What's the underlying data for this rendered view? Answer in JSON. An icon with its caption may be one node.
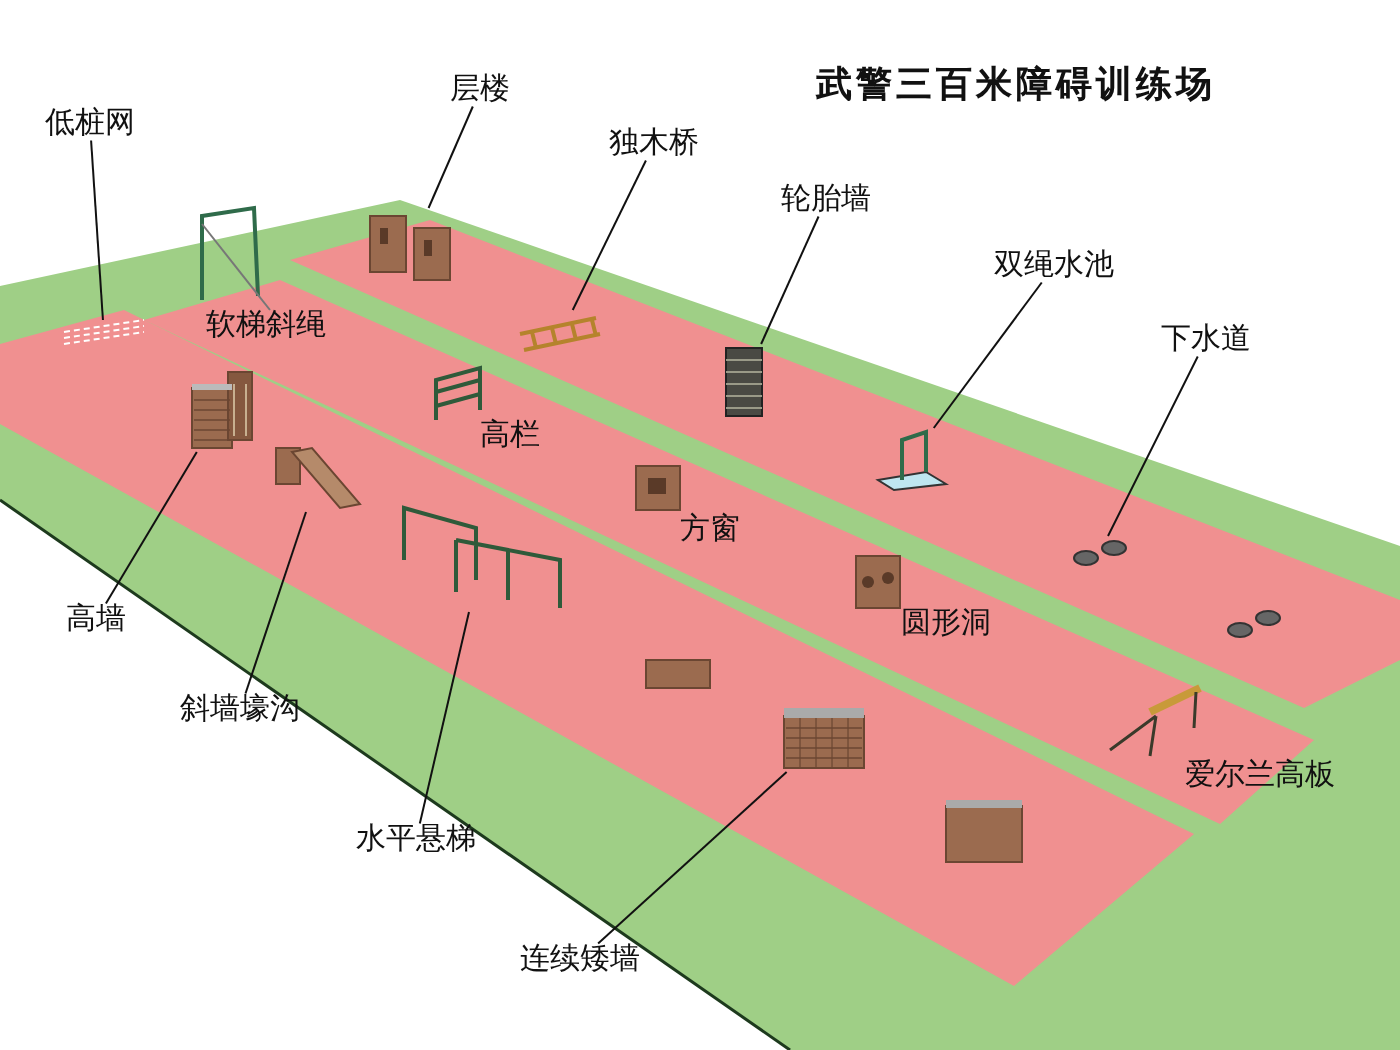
{
  "diagram": {
    "title": "武警三百米障碍训练场",
    "nodes": [
      {
        "text": [
          "低桩网"
        ]
      },
      {
        "text": [
          "层楼"
        ]
      },
      {
        "text": [
          "独木桥"
        ]
      },
      {
        "text": [
          "轮胎墙"
        ]
      },
      {
        "text": [
          "双绳水池"
        ]
      },
      {
        "text": [
          "下水道"
        ]
      },
      {
        "text": [
          "高墙"
        ]
      },
      {
        "text": [
          "斜墙壕沟"
        ]
      },
      {
        "text": [
          "水平悬梯"
        ]
      },
      {
        "text": [
          "连续矮墙"
        ]
      },
      {
        "text": [],
        "shape": "picture"
      },
      {
        "text": [],
        "shape": "picture"
      },
      {
        "text": [],
        "shape": "picture"
      },
      {
        "text": [],
        "shape": "picture"
      },
      {
        "text": [],
        "shape": "picture"
      },
      {
        "text": [],
        "shape": "picture"
      },
      {
        "text": [],
        "shape": "picture"
      },
      {
        "text": [],
        "shape": "picture"
      },
      {
        "text": [],
        "shape": "picture"
      },
      {
        "text": [],
        "shape": "picture"
      }
    ],
    "edges": [
      {
        "from": 0,
        "to": 10,
        "arrow": "none"
      },
      {
        "from": 1,
        "to": 11,
        "arrow": "none"
      },
      {
        "from": 2,
        "to": 12,
        "arrow": "none"
      },
      {
        "from": 3,
        "to": 13,
        "arrow": "none"
      },
      {
        "from": 4,
        "to": 14,
        "arrow": "none"
      },
      {
        "from": 5,
        "to": 15,
        "arrow": "none"
      },
      {
        "from": 6,
        "to": 16,
        "arrow": "none"
      },
      {
        "from": 7,
        "to": 17,
        "arrow": "none"
      },
      {
        "from": 8,
        "to": 18,
        "arrow": "none"
      },
      {
        "from": 9,
        "to": 19,
        "arrow": "none"
      }
    ],
    "labels": [
      "软梯斜绳",
      "高栏",
      "方窗",
      "圆形洞",
      "爱尔兰高板"
    ]
  }
}
